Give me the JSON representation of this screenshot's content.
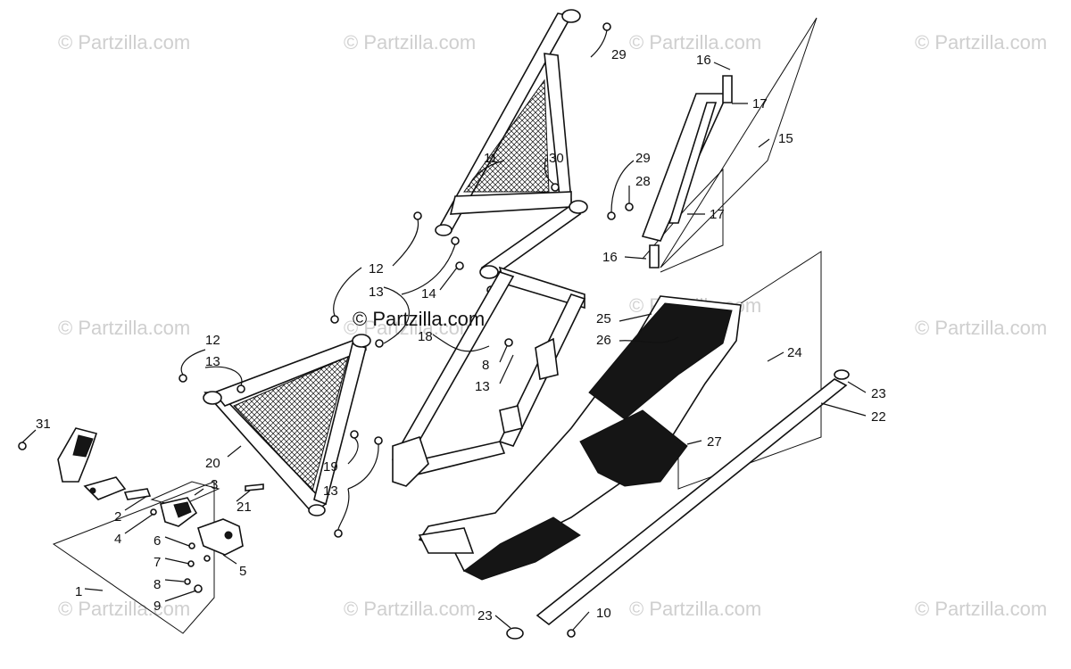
{
  "watermark_text": "© Partzilla.com",
  "watermarks": [
    {
      "id": "wm-1"
    },
    {
      "id": "wm-2"
    },
    {
      "id": "wm-3"
    },
    {
      "id": "wm-4"
    },
    {
      "id": "wm-5"
    },
    {
      "id": "wm-6"
    },
    {
      "id": "wm-7"
    },
    {
      "id": "wm-8"
    },
    {
      "id": "wm-9"
    },
    {
      "id": "wm-10"
    },
    {
      "id": "wm-11"
    },
    {
      "id": "wm-12"
    }
  ],
  "center_watermark": "© Partzilla.com",
  "callouts": {
    "c1": "1",
    "c2": "2",
    "c3": "3",
    "c4": "4",
    "c5": "5",
    "c6": "6",
    "c7": "7",
    "c8a": "8",
    "c8b": "8",
    "c9": "9",
    "c10": "10",
    "c11": "11",
    "c12a": "12",
    "c12b": "12",
    "c13a": "13",
    "c13b": "13",
    "c13c": "13",
    "c13d": "13",
    "c14": "14",
    "c15": "15",
    "c16a": "16",
    "c16b": "16",
    "c17a": "17",
    "c17b": "17",
    "c18": "18",
    "c19": "19",
    "c20": "20",
    "c21": "21",
    "c22": "22",
    "c23a": "23",
    "c23b": "23",
    "c24": "24",
    "c25": "25",
    "c26": "26",
    "c27": "27",
    "c28": "28",
    "c29a": "29",
    "c29b": "29",
    "c30": "30",
    "c31": "31"
  }
}
